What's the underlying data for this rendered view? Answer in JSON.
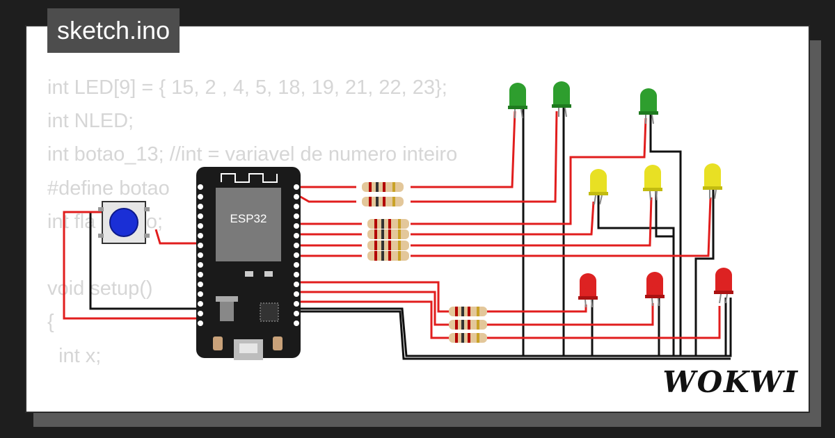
{
  "header": {
    "filename": "sketch.ino"
  },
  "code": {
    "lines": [
      "int LED[9] = { 15, 2 , 4, 5, 18, 19, 21, 22, 23};",
      "int NLED;",
      "int botao_13; //int = variavel de numero inteiro",
      "#define botao",
      "int fla      tao;",
      "",
      "void setup()",
      "{",
      "  int x;"
    ]
  },
  "board": {
    "label": "ESP32"
  },
  "brand": {
    "logo": "WOKWI"
  },
  "colors": {
    "wire_red": "#e11d1d",
    "wire_black": "#111111",
    "board": "#1a1a1a",
    "led_green": "#2e9e2e",
    "led_yellow": "#e8e024",
    "led_red": "#dd2222",
    "button_cap": "#1a2fd6"
  },
  "icons": {
    "leds": [
      "green-led-icon",
      "yellow-led-icon",
      "red-led-icon"
    ],
    "button": "pushbutton-icon",
    "resistor": "resistor-icon"
  }
}
